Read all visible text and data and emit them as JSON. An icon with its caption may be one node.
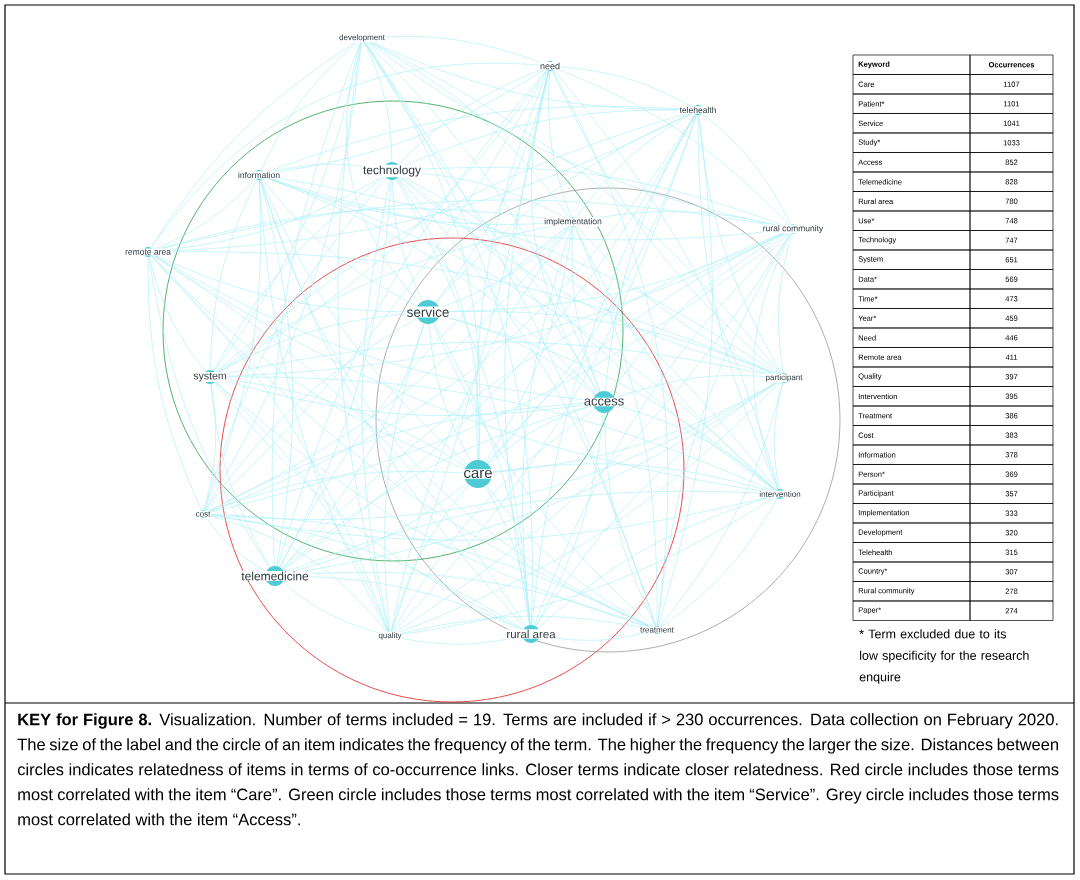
{
  "diagram": {
    "caption": "**KEY for Figure 8.** Visualization. Number of terms included = 19. Terms are included if > 230 occurrences. Data collection on February 2020. The size of the label and the circle of an item indicates the frequency of the term. The higher the frequency the larger the size. Distances between circles indicates relatedness of items in terms of co-occurrence links. Closer terms indicate closer relatedness. Red circle includes those terms most correlated with the item “Care”. Green circle includes those terms most correlated with the item “Service”. Grey circle includes those terms most correlated with the item “Access”.",
    "nodes": [
      {
        "text": [
          "development"
        ]
      },
      {
        "text": [
          "need"
        ]
      },
      {
        "text": [
          "telehealth"
        ]
      },
      {
        "text": [
          "technology"
        ]
      },
      {
        "text": [
          "information"
        ]
      },
      {
        "text": [
          "implementation"
        ]
      },
      {
        "text": [
          "rural community"
        ]
      },
      {
        "text": [
          "remote area"
        ]
      },
      {
        "text": [
          "service"
        ]
      },
      {
        "text": [
          "participant"
        ]
      },
      {
        "text": [
          "system"
        ]
      },
      {
        "text": [
          "access"
        ]
      },
      {
        "text": [
          "care"
        ]
      },
      {
        "text": [
          "intervention"
        ]
      },
      {
        "text": [
          "cost"
        ]
      },
      {
        "text": [
          "telemedicine"
        ]
      },
      {
        "text": [
          "treatment"
        ]
      },
      {
        "text": [
          "rural area"
        ]
      },
      {
        "text": [
          "quality"
        ]
      }
    ],
    "edges": [
      {
        "from": 0,
        "to": 1,
        "arrow": "none"
      },
      {
        "from": 0,
        "to": 2,
        "arrow": "none"
      },
      {
        "from": 0,
        "to": 3,
        "arrow": "none"
      },
      {
        "from": 0,
        "to": 4,
        "arrow": "none"
      },
      {
        "from": 0,
        "to": 5,
        "arrow": "none"
      },
      {
        "from": 0,
        "to": 6,
        "arrow": "none"
      },
      {
        "from": 0,
        "to": 7,
        "arrow": "none"
      },
      {
        "from": 0,
        "to": 8,
        "arrow": "none"
      },
      {
        "from": 0,
        "to": 9,
        "arrow": "none"
      },
      {
        "from": 0,
        "to": 10,
        "arrow": "none"
      },
      {
        "from": 0,
        "to": 11,
        "arrow": "none"
      },
      {
        "from": 0,
        "to": 12,
        "arrow": "none"
      },
      {
        "from": 0,
        "to": 13,
        "arrow": "none"
      },
      {
        "from": 0,
        "to": 14,
        "arrow": "none"
      },
      {
        "from": 0,
        "to": 15,
        "arrow": "none"
      },
      {
        "from": 0,
        "to": 16,
        "arrow": "none"
      },
      {
        "from": 0,
        "to": 17,
        "arrow": "none"
      },
      {
        "from": 0,
        "to": 18,
        "arrow": "none"
      },
      {
        "from": 1,
        "to": 2,
        "arrow": "none"
      },
      {
        "from": 1,
        "to": 3,
        "arrow": "none"
      },
      {
        "from": 1,
        "to": 4,
        "arrow": "none"
      },
      {
        "from": 1,
        "to": 5,
        "arrow": "none"
      },
      {
        "from": 1,
        "to": 6,
        "arrow": "none"
      },
      {
        "from": 1,
        "to": 7,
        "arrow": "none"
      },
      {
        "from": 1,
        "to": 8,
        "arrow": "none"
      },
      {
        "from": 1,
        "to": 9,
        "arrow": "none"
      },
      {
        "from": 1,
        "to": 10,
        "arrow": "none"
      },
      {
        "from": 1,
        "to": 11,
        "arrow": "none"
      },
      {
        "from": 1,
        "to": 12,
        "arrow": "none"
      },
      {
        "from": 1,
        "to": 13,
        "arrow": "none"
      },
      {
        "from": 1,
        "to": 14,
        "arrow": "none"
      },
      {
        "from": 1,
        "to": 15,
        "arrow": "none"
      },
      {
        "from": 1,
        "to": 16,
        "arrow": "none"
      },
      {
        "from": 1,
        "to": 17,
        "arrow": "none"
      },
      {
        "from": 1,
        "to": 18,
        "arrow": "none"
      },
      {
        "from": 2,
        "to": 3,
        "arrow": "none"
      },
      {
        "from": 2,
        "to": 4,
        "arrow": "none"
      },
      {
        "from": 2,
        "to": 5,
        "arrow": "none"
      },
      {
        "from": 2,
        "to": 6,
        "arrow": "none"
      },
      {
        "from": 2,
        "to": 7,
        "arrow": "none"
      },
      {
        "from": 2,
        "to": 8,
        "arrow": "none"
      },
      {
        "from": 2,
        "to": 9,
        "arrow": "none"
      },
      {
        "from": 2,
        "to": 10,
        "arrow": "none"
      },
      {
        "from": 2,
        "to": 11,
        "arrow": "none"
      },
      {
        "from": 2,
        "to": 12,
        "arrow": "none"
      },
      {
        "from": 2,
        "to": 13,
        "arrow": "none"
      },
      {
        "from": 2,
        "to": 14,
        "arrow": "none"
      },
      {
        "from": 2,
        "to": 15,
        "arrow": "none"
      },
      {
        "from": 2,
        "to": 16,
        "arrow": "none"
      },
      {
        "from": 2,
        "to": 17,
        "arrow": "none"
      },
      {
        "from": 2,
        "to": 18,
        "arrow": "none"
      },
      {
        "from": 3,
        "to": 4,
        "arrow": "none"
      },
      {
        "from": 3,
        "to": 5,
        "arrow": "none"
      },
      {
        "from": 3,
        "to": 6,
        "arrow": "none"
      },
      {
        "from": 3,
        "to": 7,
        "arrow": "none"
      },
      {
        "from": 3,
        "to": 8,
        "arrow": "none"
      },
      {
        "from": 3,
        "to": 9,
        "arrow": "none"
      },
      {
        "from": 3,
        "to": 10,
        "arrow": "none"
      },
      {
        "from": 3,
        "to": 11,
        "arrow": "none"
      },
      {
        "from": 3,
        "to": 12,
        "arrow": "none"
      },
      {
        "from": 3,
        "to": 13,
        "arrow": "none"
      },
      {
        "from": 3,
        "to": 14,
        "arrow": "none"
      },
      {
        "from": 3,
        "to": 15,
        "arrow": "none"
      },
      {
        "from": 3,
        "to": 16,
        "arrow": "none"
      },
      {
        "from": 3,
        "to": 17,
        "arrow": "none"
      },
      {
        "from": 3,
        "to": 18,
        "arrow": "none"
      },
      {
        "from": 4,
        "to": 5,
        "arrow": "none"
      },
      {
        "from": 4,
        "to": 6,
        "arrow": "none"
      },
      {
        "from": 4,
        "to": 7,
        "arrow": "none"
      },
      {
        "from": 4,
        "to": 8,
        "arrow": "none"
      },
      {
        "from": 4,
        "to": 9,
        "arrow": "none"
      },
      {
        "from": 4,
        "to": 10,
        "arrow": "none"
      },
      {
        "from": 4,
        "to": 11,
        "arrow": "none"
      },
      {
        "from": 4,
        "to": 12,
        "arrow": "none"
      },
      {
        "from": 4,
        "to": 13,
        "arrow": "none"
      },
      {
        "from": 4,
        "to": 14,
        "arrow": "none"
      },
      {
        "from": 4,
        "to": 15,
        "arrow": "none"
      },
      {
        "from": 4,
        "to": 16,
        "arrow": "none"
      },
      {
        "from": 4,
        "to": 17,
        "arrow": "none"
      },
      {
        "from": 4,
        "to": 18,
        "arrow": "none"
      },
      {
        "from": 5,
        "to": 6,
        "arrow": "none"
      },
      {
        "from": 5,
        "to": 7,
        "arrow": "none"
      },
      {
        "from": 5,
        "to": 8,
        "arrow": "none"
      },
      {
        "from": 5,
        "to": 9,
        "arrow": "none"
      },
      {
        "from": 5,
        "to": 10,
        "arrow": "none"
      },
      {
        "from": 5,
        "to": 11,
        "arrow": "none"
      },
      {
        "from": 5,
        "to": 12,
        "arrow": "none"
      },
      {
        "from": 5,
        "to": 13,
        "arrow": "none"
      },
      {
        "from": 5,
        "to": 14,
        "arrow": "none"
      },
      {
        "from": 5,
        "to": 15,
        "arrow": "none"
      },
      {
        "from": 5,
        "to": 16,
        "arrow": "none"
      },
      {
        "from": 5,
        "to": 17,
        "arrow": "none"
      },
      {
        "from": 5,
        "to": 18,
        "arrow": "none"
      },
      {
        "from": 6,
        "to": 7,
        "arrow": "none"
      },
      {
        "from": 6,
        "to": 8,
        "arrow": "none"
      },
      {
        "from": 6,
        "to": 9,
        "arrow": "none"
      },
      {
        "from": 6,
        "to": 10,
        "arrow": "none"
      },
      {
        "from": 6,
        "to": 11,
        "arrow": "none"
      },
      {
        "from": 6,
        "to": 12,
        "arrow": "none"
      },
      {
        "from": 6,
        "to": 13,
        "arrow": "none"
      },
      {
        "from": 6,
        "to": 14,
        "arrow": "none"
      },
      {
        "from": 6,
        "to": 15,
        "arrow": "none"
      },
      {
        "from": 6,
        "to": 16,
        "arrow": "none"
      },
      {
        "from": 6,
        "to": 17,
        "arrow": "none"
      },
      {
        "from": 6,
        "to": 18,
        "arrow": "none"
      },
      {
        "from": 7,
        "to": 8,
        "arrow": "none"
      },
      {
        "from": 7,
        "to": 9,
        "arrow": "none"
      },
      {
        "from": 7,
        "to": 10,
        "arrow": "none"
      },
      {
        "from": 7,
        "to": 11,
        "arrow": "none"
      },
      {
        "from": 7,
        "to": 12,
        "arrow": "none"
      },
      {
        "from": 7,
        "to": 13,
        "arrow": "none"
      },
      {
        "from": 7,
        "to": 14,
        "arrow": "none"
      },
      {
        "from": 7,
        "to": 15,
        "arrow": "none"
      },
      {
        "from": 7,
        "to": 16,
        "arrow": "none"
      },
      {
        "from": 7,
        "to": 17,
        "arrow": "none"
      },
      {
        "from": 7,
        "to": 18,
        "arrow": "none"
      },
      {
        "from": 8,
        "to": 9,
        "arrow": "none"
      },
      {
        "from": 8,
        "to": 10,
        "arrow": "none"
      },
      {
        "from": 8,
        "to": 11,
        "arrow": "none"
      },
      {
        "from": 8,
        "to": 12,
        "arrow": "none"
      },
      {
        "from": 8,
        "to": 13,
        "arrow": "none"
      },
      {
        "from": 8,
        "to": 14,
        "arrow": "none"
      },
      {
        "from": 8,
        "to": 15,
        "arrow": "none"
      },
      {
        "from": 8,
        "to": 16,
        "arrow": "none"
      },
      {
        "from": 8,
        "to": 17,
        "arrow": "none"
      },
      {
        "from": 8,
        "to": 18,
        "arrow": "none"
      },
      {
        "from": 9,
        "to": 10,
        "arrow": "none"
      },
      {
        "from": 9,
        "to": 11,
        "arrow": "none"
      },
      {
        "from": 9,
        "to": 12,
        "arrow": "none"
      },
      {
        "from": 9,
        "to": 13,
        "arrow": "none"
      },
      {
        "from": 9,
        "to": 14,
        "arrow": "none"
      },
      {
        "from": 9,
        "to": 15,
        "arrow": "none"
      },
      {
        "from": 9,
        "to": 16,
        "arrow": "none"
      },
      {
        "from": 9,
        "to": 17,
        "arrow": "none"
      },
      {
        "from": 9,
        "to": 18,
        "arrow": "none"
      },
      {
        "from": 10,
        "to": 11,
        "arrow": "none"
      },
      {
        "from": 10,
        "to": 12,
        "arrow": "none"
      },
      {
        "from": 10,
        "to": 13,
        "arrow": "none"
      },
      {
        "from": 10,
        "to": 14,
        "arrow": "none"
      },
      {
        "from": 10,
        "to": 15,
        "arrow": "none"
      },
      {
        "from": 10,
        "to": 16,
        "arrow": "none"
      },
      {
        "from": 10,
        "to": 17,
        "arrow": "none"
      },
      {
        "from": 10,
        "to": 18,
        "arrow": "none"
      },
      {
        "from": 11,
        "to": 12,
        "arrow": "none"
      },
      {
        "from": 11,
        "to": 13,
        "arrow": "none"
      },
      {
        "from": 11,
        "to": 14,
        "arrow": "none"
      },
      {
        "from": 11,
        "to": 15,
        "arrow": "none"
      },
      {
        "from": 11,
        "to": 16,
        "arrow": "none"
      },
      {
        "from": 11,
        "to": 17,
        "arrow": "none"
      },
      {
        "from": 11,
        "to": 18,
        "arrow": "none"
      },
      {
        "from": 12,
        "to": 13,
        "arrow": "none"
      },
      {
        "from": 12,
        "to": 14,
        "arrow": "none"
      },
      {
        "from": 12,
        "to": 15,
        "arrow": "none"
      },
      {
        "from": 12,
        "to": 16,
        "arrow": "none"
      },
      {
        "from": 12,
        "to": 17,
        "arrow": "none"
      },
      {
        "from": 12,
        "to": 18,
        "arrow": "none"
      },
      {
        "from": 13,
        "to": 14,
        "arrow": "none"
      },
      {
        "from": 13,
        "to": 15,
        "arrow": "none"
      },
      {
        "from": 13,
        "to": 16,
        "arrow": "none"
      },
      {
        "from": 13,
        "to": 17,
        "arrow": "none"
      },
      {
        "from": 13,
        "to": 18,
        "arrow": "none"
      },
      {
        "from": 14,
        "to": 15,
        "arrow": "none"
      },
      {
        "from": 14,
        "to": 16,
        "arrow": "none"
      },
      {
        "from": 14,
        "to": 17,
        "arrow": "none"
      },
      {
        "from": 14,
        "to": 18,
        "arrow": "none"
      },
      {
        "from": 15,
        "to": 16,
        "arrow": "none"
      },
      {
        "from": 15,
        "to": 17,
        "arrow": "none"
      },
      {
        "from": 15,
        "to": 18,
        "arrow": "none"
      },
      {
        "from": 16,
        "to": 17,
        "arrow": "none"
      },
      {
        "from": 16,
        "to": 18,
        "arrow": "none"
      },
      {
        "from": 17,
        "to": 18,
        "arrow": "none"
      }
    ],
    "labels": [
      "Keyword",
      "Occurrences",
      "Care",
      "1107",
      "Patient*",
      "1101",
      "Service",
      "1041",
      "Study*",
      "1033",
      "Access",
      "852",
      "Telemedicine",
      "828",
      "Rural area",
      "780",
      "Use*",
      "748",
      "Technology",
      "747",
      "System",
      "651",
      "Data*",
      "569",
      "Time*",
      "473",
      "Year*",
      "459",
      "Need",
      "446",
      "Remote area",
      "411",
      "Quality",
      "397",
      "Intervention",
      "395",
      "Treatment",
      "386",
      "Cost",
      "383",
      "Information",
      "378",
      "Person*",
      "369",
      "Participant",
      "357",
      "Implementation",
      "333",
      "Development",
      "320",
      "Telehealth",
      "315",
      "Country*",
      "307",
      "Rural community",
      "278",
      "Paper*",
      "274",
      "* Term excluded due to its low specificity for the research enquire"
    ]
  }
}
